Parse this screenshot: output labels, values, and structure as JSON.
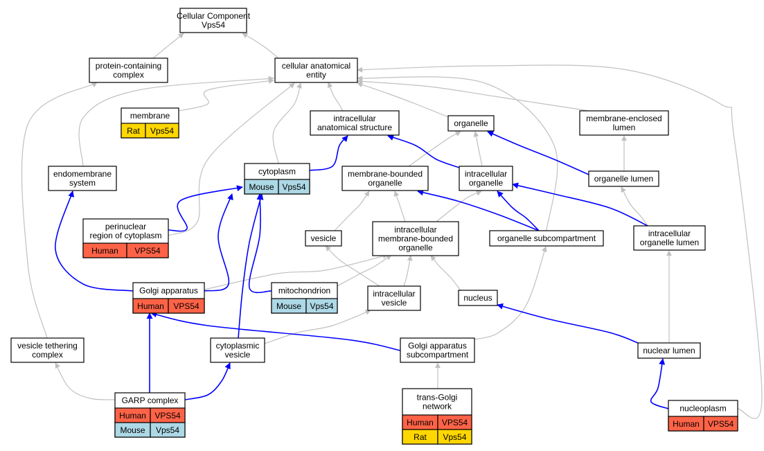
{
  "colors": {
    "human": "#ff6347",
    "mouse": "#add8e6",
    "rat": "#ffd700",
    "edge_gray": "#c0c0c0",
    "edge_blue": "#0000ff"
  },
  "nodes": {
    "cc": {
      "lines": [
        "Cellular Component",
        "Vps54"
      ]
    },
    "pcc": {
      "lines": [
        "protein-containing",
        "complex"
      ]
    },
    "cae": {
      "lines": [
        "cellular anatomical",
        "entity"
      ]
    },
    "membrane": {
      "lines": [
        "membrane"
      ],
      "annotations": [
        {
          "species": "Rat",
          "gene": "Vps54",
          "color": "rat"
        }
      ]
    },
    "ias": {
      "lines": [
        "intracellular",
        "anatomical structure"
      ]
    },
    "organelle": {
      "lines": [
        "organelle"
      ]
    },
    "mel": {
      "lines": [
        "membrane-enclosed",
        "lumen"
      ]
    },
    "endo": {
      "lines": [
        "endomembrane",
        "system"
      ]
    },
    "cytoplasm": {
      "lines": [
        "cytoplasm"
      ],
      "annotations": [
        {
          "species": "Mouse",
          "gene": "Vps54",
          "color": "mouse"
        }
      ]
    },
    "mbo": {
      "lines": [
        "membrane-bounded",
        "organelle"
      ]
    },
    "io": {
      "lines": [
        "intracellular",
        "organelle"
      ]
    },
    "ol": {
      "lines": [
        "organelle lumen"
      ]
    },
    "perinuc": {
      "lines": [
        "perinuclear",
        "region of cytoplasm"
      ],
      "annotations": [
        {
          "species": "Human",
          "gene": "VPS54",
          "color": "human"
        }
      ]
    },
    "vesicle": {
      "lines": [
        "vesicle"
      ]
    },
    "imbo": {
      "lines": [
        "intracellular",
        "membrane-bounded",
        "organelle"
      ]
    },
    "osub": {
      "lines": [
        "organelle subcompartment"
      ]
    },
    "iol": {
      "lines": [
        "intracellular",
        "organelle lumen"
      ]
    },
    "golgi": {
      "lines": [
        "Golgi apparatus"
      ],
      "annotations": [
        {
          "species": "Human",
          "gene": "VPS54",
          "color": "human"
        }
      ]
    },
    "mito": {
      "lines": [
        "mitochondrion"
      ],
      "annotations": [
        {
          "species": "Mouse",
          "gene": "Vps54",
          "color": "mouse"
        }
      ]
    },
    "iv": {
      "lines": [
        "intracellular",
        "vesicle"
      ]
    },
    "nucleus": {
      "lines": [
        "nucleus"
      ]
    },
    "vtc": {
      "lines": [
        "vesicle tethering",
        "complex"
      ]
    },
    "cv": {
      "lines": [
        "cytoplasmic",
        "vesicle"
      ]
    },
    "gas": {
      "lines": [
        "Golgi apparatus",
        "subcompartment"
      ]
    },
    "nl": {
      "lines": [
        "nuclear lumen"
      ]
    },
    "garp": {
      "lines": [
        "GARP complex"
      ],
      "annotations": [
        {
          "species": "Human",
          "gene": "VPS54",
          "color": "human"
        },
        {
          "species": "Mouse",
          "gene": "Vps54",
          "color": "mouse"
        }
      ]
    },
    "tgn": {
      "lines": [
        "trans-Golgi",
        "network"
      ],
      "annotations": [
        {
          "species": "Human",
          "gene": "VPS54",
          "color": "human"
        },
        {
          "species": "Rat",
          "gene": "Vps54",
          "color": "rat"
        }
      ]
    },
    "nucleoplasm": {
      "lines": [
        "nucleoplasm"
      ],
      "annotations": [
        {
          "species": "Human",
          "gene": "VPS54",
          "color": "human"
        }
      ]
    }
  },
  "edges": [
    {
      "from": "pcc",
      "to": "cc",
      "kind": "gray"
    },
    {
      "from": "cae",
      "to": "cc",
      "kind": "gray"
    },
    {
      "from": "membrane",
      "to": "cae",
      "kind": "gray"
    },
    {
      "from": "ias",
      "to": "cae",
      "kind": "gray"
    },
    {
      "from": "organelle",
      "to": "cae",
      "kind": "gray"
    },
    {
      "from": "mel",
      "to": "cae",
      "kind": "gray"
    },
    {
      "from": "endo",
      "to": "cae",
      "kind": "gray"
    },
    {
      "from": "cytoplasm",
      "to": "cae",
      "kind": "gray"
    },
    {
      "from": "perinuc",
      "to": "cae",
      "kind": "gray"
    },
    {
      "from": "osub",
      "to": "cae",
      "kind": "gray"
    },
    {
      "from": "nucleoplasm",
      "to": "cae",
      "kind": "gray"
    },
    {
      "from": "vtc",
      "to": "pcc",
      "kind": "gray"
    },
    {
      "from": "mbo",
      "to": "organelle",
      "kind": "gray"
    },
    {
      "from": "io",
      "to": "organelle",
      "kind": "gray"
    },
    {
      "from": "ol",
      "to": "mel",
      "kind": "gray"
    },
    {
      "from": "iol",
      "to": "ol",
      "kind": "gray"
    },
    {
      "from": "vesicle",
      "to": "mbo",
      "kind": "gray"
    },
    {
      "from": "imbo",
      "to": "mbo",
      "kind": "gray"
    },
    {
      "from": "imbo",
      "to": "io",
      "kind": "gray"
    },
    {
      "from": "golgi",
      "to": "imbo",
      "kind": "gray"
    },
    {
      "from": "mito",
      "to": "imbo",
      "kind": "gray"
    },
    {
      "from": "iv",
      "to": "imbo",
      "kind": "gray"
    },
    {
      "from": "nucleus",
      "to": "imbo",
      "kind": "gray"
    },
    {
      "from": "iv",
      "to": "vesicle",
      "kind": "gray"
    },
    {
      "from": "cv",
      "to": "iv",
      "kind": "gray"
    },
    {
      "from": "gas",
      "to": "osub",
      "kind": "gray"
    },
    {
      "from": "nl",
      "to": "iol",
      "kind": "gray"
    },
    {
      "from": "tgn",
      "to": "gas",
      "kind": "gray"
    },
    {
      "from": "garp",
      "to": "vtc",
      "kind": "gray"
    },
    {
      "from": "cytoplasm",
      "to": "ias",
      "kind": "blue"
    },
    {
      "from": "io",
      "to": "ias",
      "kind": "blue"
    },
    {
      "from": "ol",
      "to": "organelle",
      "kind": "blue"
    },
    {
      "from": "osub",
      "to": "mbo",
      "kind": "blue"
    },
    {
      "from": "osub",
      "to": "io",
      "kind": "blue"
    },
    {
      "from": "iol",
      "to": "io",
      "kind": "blue"
    },
    {
      "from": "perinuc",
      "to": "cytoplasm",
      "kind": "blue"
    },
    {
      "from": "golgi",
      "to": "cytoplasm",
      "kind": "blue"
    },
    {
      "from": "mito",
      "to": "cytoplasm",
      "kind": "blue"
    },
    {
      "from": "cv",
      "to": "cytoplasm",
      "kind": "blue"
    },
    {
      "from": "golgi",
      "to": "endo",
      "kind": "blue"
    },
    {
      "from": "gas",
      "to": "golgi",
      "kind": "blue"
    },
    {
      "from": "garp",
      "to": "golgi",
      "kind": "blue"
    },
    {
      "from": "garp",
      "to": "cv",
      "kind": "blue"
    },
    {
      "from": "nl",
      "to": "nucleus",
      "kind": "blue"
    },
    {
      "from": "nucleoplasm",
      "to": "nl",
      "kind": "blue"
    }
  ]
}
